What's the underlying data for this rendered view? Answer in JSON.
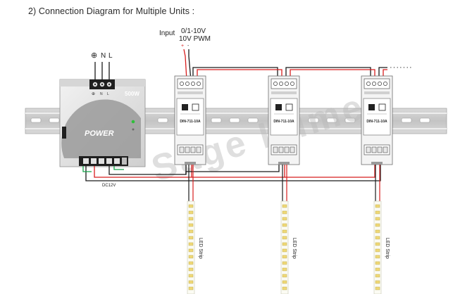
{
  "title": "2) Connection Diagram for Multiple Units :",
  "input": {
    "label": "Input",
    "signal_line1": "0/1-10V",
    "signal_line2": "10V  PWM",
    "plus": "+",
    "minus": "-"
  },
  "power_supply": {
    "terminals": [
      "⊕",
      "N",
      "L"
    ],
    "wattage": "500W",
    "brand": "POWER",
    "output_label": "DC12V",
    "inner_terminal_marks": [
      "⊕",
      "N",
      "L"
    ]
  },
  "units": [
    {
      "model": "DIN-711-10A"
    },
    {
      "model": "DIN-711-10A"
    },
    {
      "model": "DIN-711-10A"
    }
  ],
  "led_strip_label": "LED Strip",
  "continuation": "·······",
  "watermark": "Sage Lumei",
  "colors": {
    "wire": "#1a1a1a",
    "red_wire": "#d81e1e",
    "green_wire": "#16a34a",
    "rail": "#cfcfcf",
    "psu_body": "#e3e3e3"
  }
}
